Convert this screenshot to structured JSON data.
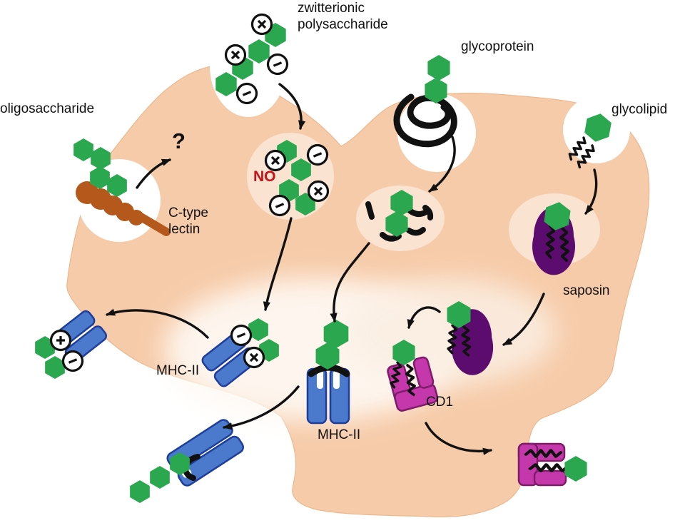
{
  "title": "antigen uptake and presentation pathways diagram",
  "labels": {
    "oligosaccharide": "oligosaccharide",
    "zwitterionic": "zwitterionic\npolysaccharide",
    "glycoprotein": "glycoprotein",
    "glycolipid": "glycolipid",
    "ctype_lectin": "C-type\nlectin",
    "saposin": "saposin",
    "no": "NO",
    "mhc2_left": "MHC-II",
    "mhc2_center": "MHC-II",
    "cd1": "CD1",
    "question": "?"
  },
  "colors": {
    "background_white": "#FFFFFF",
    "cell_fill": "#F6CBA9",
    "cell_edge": "#EDB88E",
    "endosome_fill": "#FAE3D0",
    "glow_fill": "#FEF8F2",
    "sugar_green": "#2BA84F",
    "mhc_blue": "#4B79CB",
    "mhc_blue_stroke": "#1E3E9C",
    "cd1_magenta": "#C438AC",
    "cd1_stroke": "#7E1C69",
    "saposin_purple": "#5C0C6E",
    "lectin_brown": "#B4591B",
    "ink_black": "#111111",
    "no_red": "#C81018"
  }
}
